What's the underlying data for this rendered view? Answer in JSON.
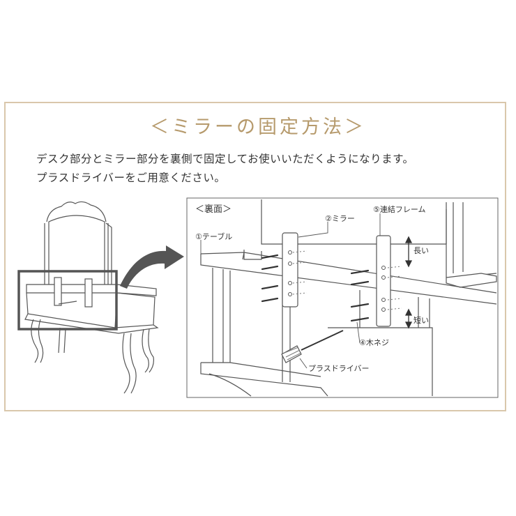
{
  "title": "＜ミラーの固定方法＞",
  "description": {
    "line1": "デスク部分とミラー部分を裏側で固定してお使いいただくようになります。",
    "line2": "プラスドライバーをご用意ください。"
  },
  "detail": {
    "back_label": "＜裏面＞",
    "labels": {
      "table": "①テーブル",
      "mirror": "②ミラー",
      "frame": "⑤連結フレーム",
      "long": "長い",
      "short": "短い",
      "screw": "④木ネジ",
      "driver": "プラスドライバー"
    }
  },
  "colors": {
    "frame_border": "#d9c7ab",
    "title": "#b69a6c",
    "line": "#555555"
  }
}
